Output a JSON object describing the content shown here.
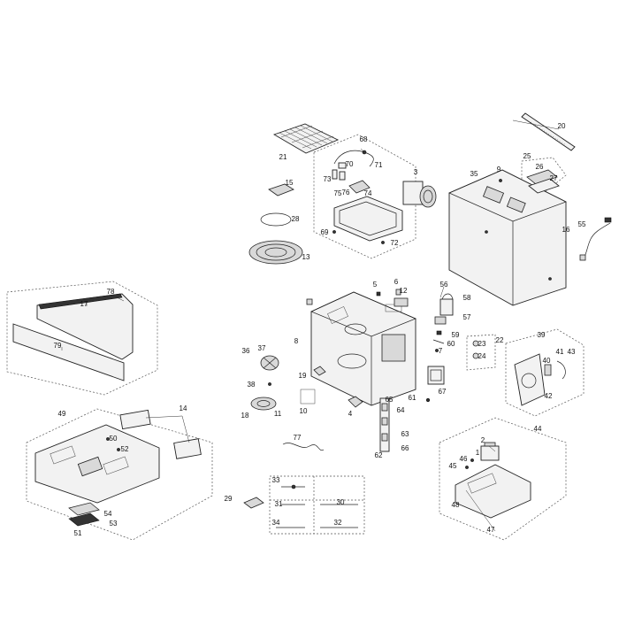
{
  "labels": [
    "1",
    "2",
    "3",
    "4",
    "5",
    "6",
    "7",
    "8",
    "9",
    "10",
    "11",
    "12",
    "13",
    "14",
    "15",
    "16",
    "17",
    "18",
    "19",
    "20",
    "21",
    "22",
    "23",
    "24",
    "25",
    "26",
    "27",
    "28",
    "29",
    "30",
    "31",
    "32",
    "33",
    "34",
    "35",
    "36",
    "37",
    "38",
    "39",
    "40",
    "41",
    "42",
    "43",
    "44",
    "45",
    "46",
    "47",
    "48",
    "49",
    "50",
    "51",
    "52",
    "53",
    "54",
    "55",
    "56",
    "57",
    "58",
    "59",
    "60",
    "61",
    "62",
    "63",
    "64",
    "65",
    "66",
    "67",
    "68",
    "69",
    "70",
    "71",
    "72",
    "73",
    "74",
    "75",
    "76",
    "77",
    "78",
    "79"
  ]
}
